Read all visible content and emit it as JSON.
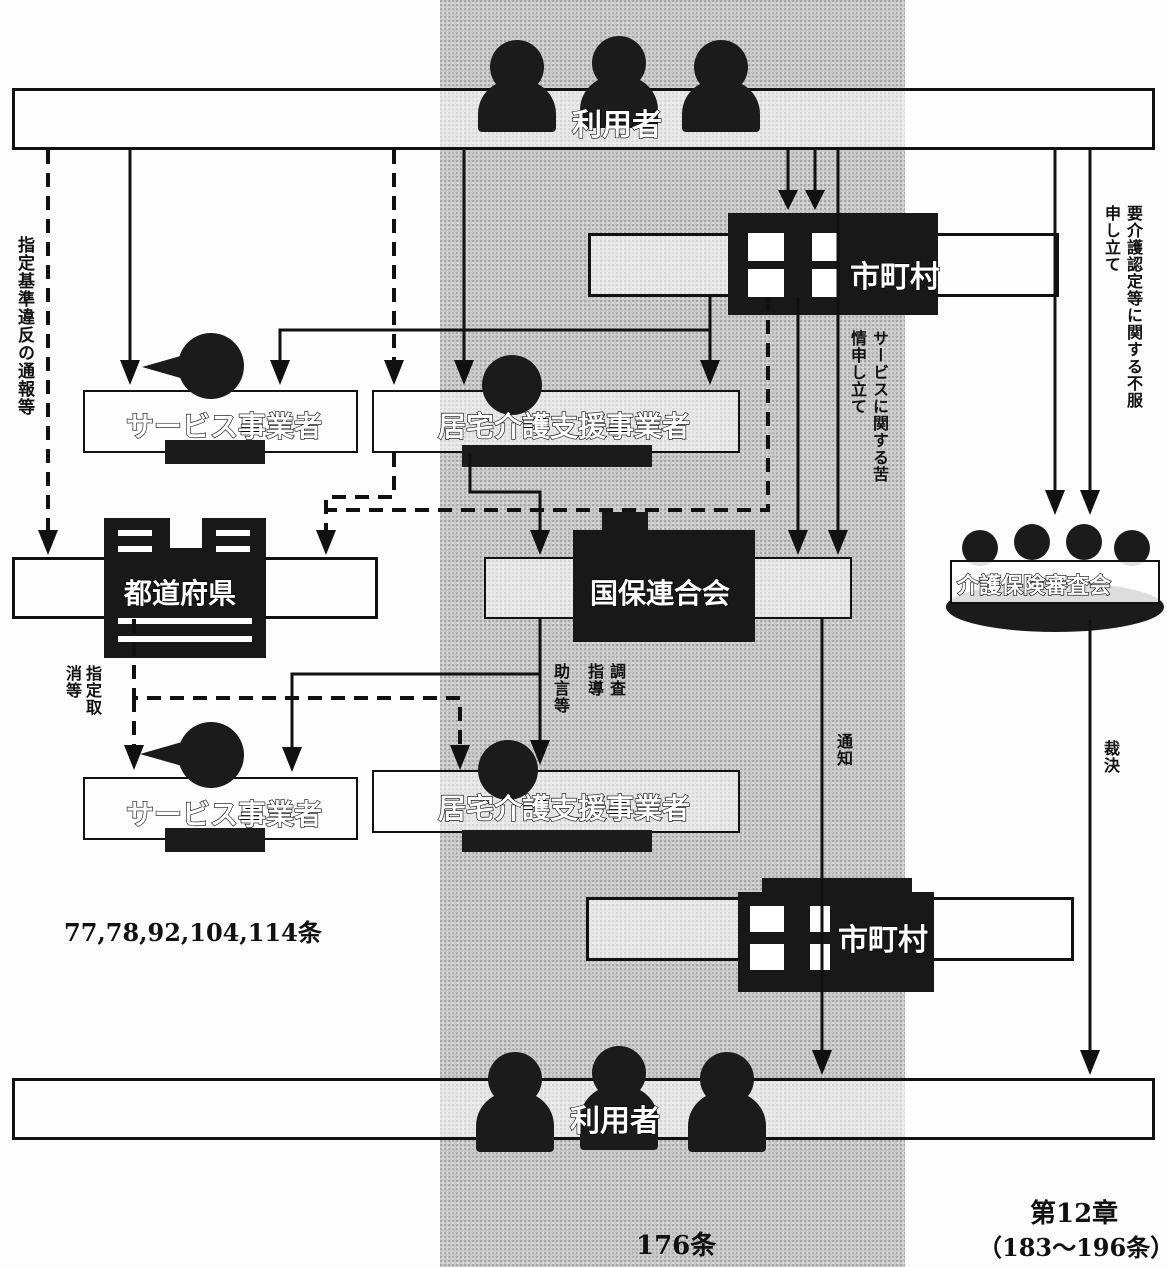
{
  "labels": {
    "user_top": "利用者",
    "city_top": "市町村",
    "service_provider_top": "サービス事業者",
    "care_support_top": "居宅介護支援事業者",
    "prefecture": "都道府県",
    "kokuho_federation": "国保連合会",
    "review_board": "介護保険審査会",
    "service_provider_bottom": "サービス事業者",
    "care_support_bottom": "居宅介護支援事業者",
    "city_bottom": "市町村",
    "user_bottom": "利用者"
  },
  "edge_labels": {
    "violation_report": "指定基準違反の通報等",
    "revoke": "指定取消等",
    "complaint": "サービスに関する苦情申し立て",
    "objection": "要介護認定等に関する不服申し立て",
    "investigation": "調査",
    "guidance": "指導",
    "advice": "助言等",
    "notice": "通知",
    "ruling": "裁決"
  },
  "articles": {
    "left": "77,78,92,104,114条",
    "center": "176条",
    "chapter": "第12章",
    "chapter_range": "（183～196条）"
  }
}
